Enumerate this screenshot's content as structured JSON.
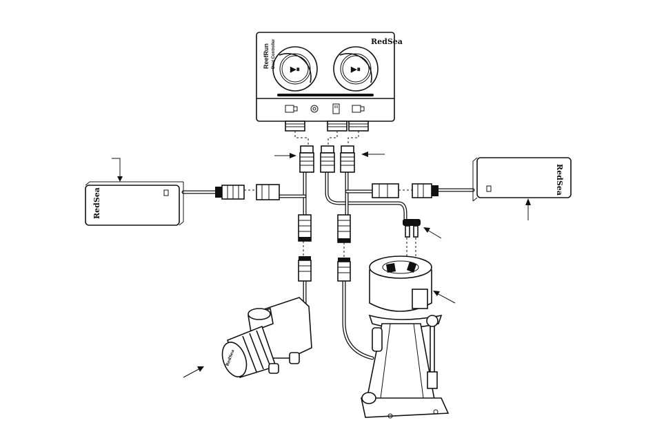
{
  "controller": {
    "brand": "RedSea",
    "product_name": "ReefRun",
    "product_subtitle": "Dual Controller"
  },
  "power_supply_left": {
    "brand": "RedSea"
  },
  "power_supply_right": {
    "brand": "RedSea"
  },
  "pump": {
    "brand": "RedSea"
  }
}
